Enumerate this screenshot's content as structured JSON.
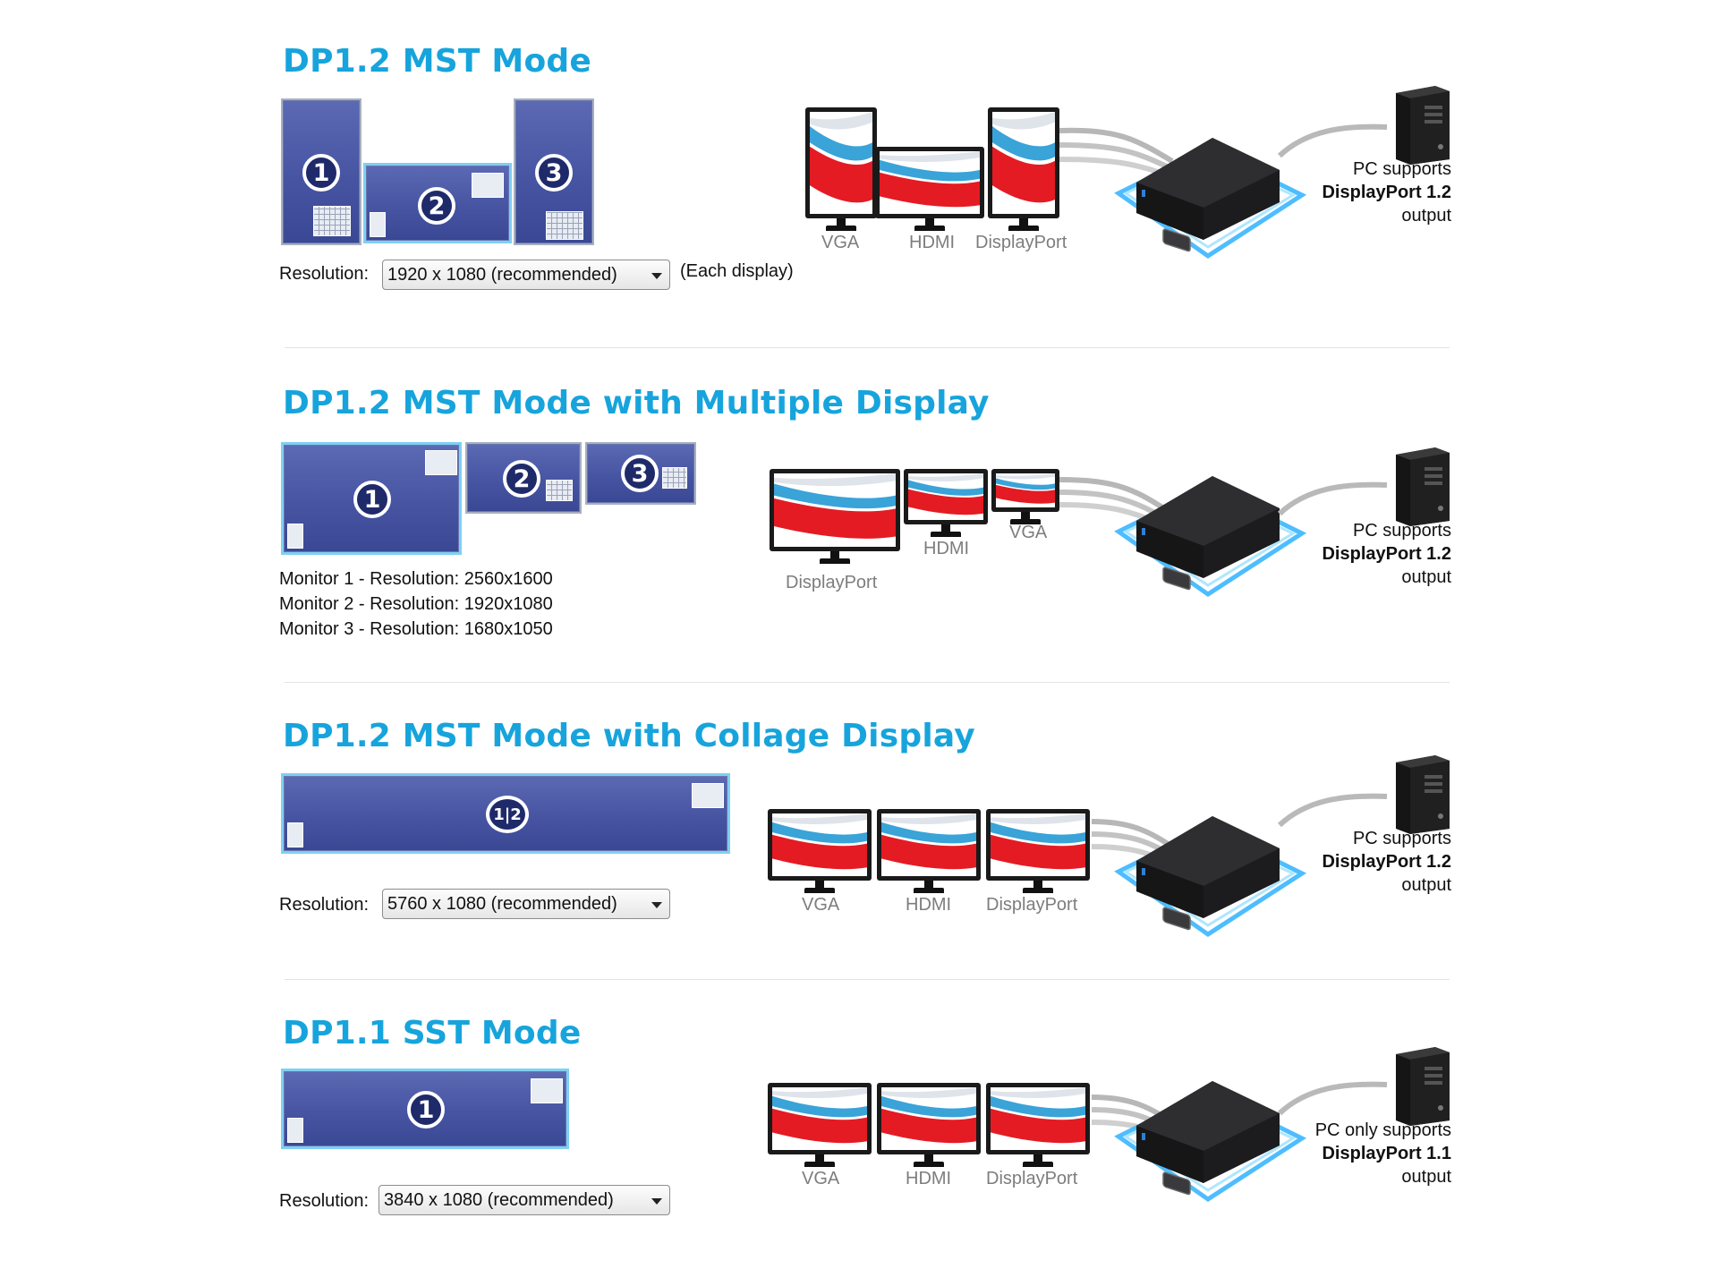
{
  "sections": [
    {
      "title": "DP1.2 MST Mode",
      "resolution_label": "Resolution:",
      "resolution_value": "1920 x 1080 (recommended)",
      "resolution_note": "(Each display)",
      "badges": [
        "1",
        "2",
        "3"
      ],
      "monitor_labels": [
        "VGA",
        "HDMI",
        "DisplayPort"
      ],
      "pc_line1": "PC supports",
      "pc_line2": "DisplayPort 1.2",
      "pc_line3": "output"
    },
    {
      "title": "DP1.2 MST Mode with Multiple Display",
      "monitor_lines": [
        "Monitor 1 - Resolution: 2560x1600",
        "Monitor 2 - Resolution: 1920x1080",
        "Monitor 3 - Resolution: 1680x1050"
      ],
      "badges": [
        "1",
        "2",
        "3"
      ],
      "monitor_labels": [
        "DisplayPort",
        "HDMI",
        "VGA"
      ],
      "pc_line1": "PC supports",
      "pc_line2": "DisplayPort 1.2",
      "pc_line3": "output"
    },
    {
      "title": "DP1.2 MST Mode with Collage Display",
      "resolution_label": "Resolution:",
      "resolution_value": "5760 x 1080 (recommended)",
      "badges": [
        "1|2"
      ],
      "monitor_labels": [
        "VGA",
        "HDMI",
        "DisplayPort"
      ],
      "pc_line1": "PC supports",
      "pc_line2": "DisplayPort 1.2",
      "pc_line3": "output"
    },
    {
      "title": "DP1.1 SST Mode",
      "resolution_label": "Resolution:",
      "resolution_value": "3840 x 1080 (recommended)",
      "badges": [
        "1"
      ],
      "monitor_labels": [
        "VGA",
        "HDMI",
        "DisplayPort"
      ],
      "pc_line1": "PC only supports",
      "pc_line2": "DisplayPort 1.1",
      "pc_line3": "output"
    }
  ],
  "colors": {
    "title": "#17a4dc",
    "display_tile": "#4654a2",
    "stripe_red": "#e41b23",
    "stripe_blue": "#3aa3d8",
    "hub_glow": "#2fb2ff"
  },
  "icons": [
    "monitor-icon",
    "usb-hub-icon",
    "pc-tower-icon",
    "display-badge-icon",
    "dropdown-arrow-icon"
  ]
}
